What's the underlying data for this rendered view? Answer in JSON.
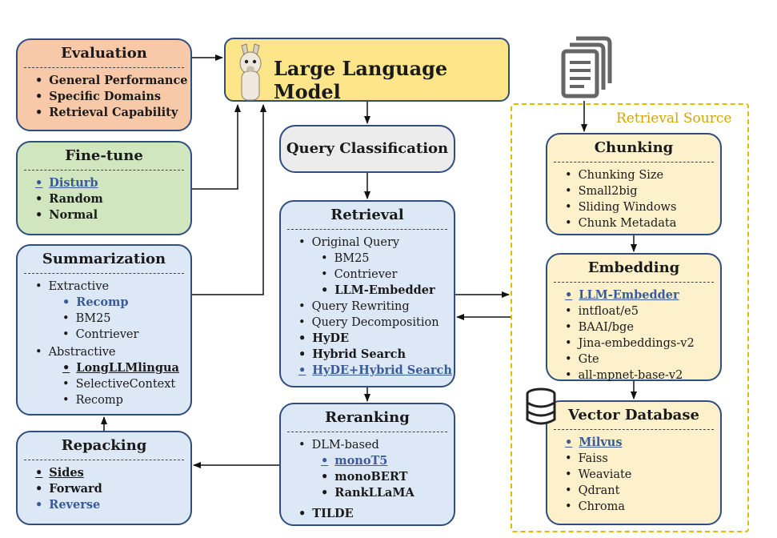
{
  "llm": {
    "title": "Large Language Model"
  },
  "evaluation": {
    "title": "Evaluation",
    "items": [
      "General Performance",
      "Specific Domains",
      "Retrieval Capability"
    ]
  },
  "finetune": {
    "title": "Fine-tune",
    "items": [
      "Disturb",
      "Random",
      "Normal"
    ]
  },
  "summarization": {
    "title": "Summarization",
    "extractive": "Extractive",
    "extractive_items": [
      "Recomp",
      "BM25",
      "Contriever"
    ],
    "abstractive": "Abstractive",
    "abstractive_items": [
      "LongLLMlingua",
      "SelectiveContext",
      "Recomp"
    ]
  },
  "repacking": {
    "title": "Repacking",
    "items": [
      "Sides",
      "Forward",
      "Reverse"
    ]
  },
  "query_classification": {
    "title": "Query Classification"
  },
  "retrieval": {
    "title": "Retrieval",
    "original_query": "Original Query",
    "original_items": [
      "BM25",
      "Contriever",
      "LLM-Embedder"
    ],
    "items": [
      "Query Rewriting",
      "Query Decomposition",
      "HyDE",
      "Hybrid Search",
      "HyDE+Hybrid Search"
    ]
  },
  "reranking": {
    "title": "Reranking",
    "dlm": "DLM-based",
    "dlm_items": [
      "monoT5",
      "monoBERT",
      "RankLLaMA"
    ],
    "tilde": "TILDE"
  },
  "retrieval_source": {
    "label": "Retrieval Source"
  },
  "chunking": {
    "title": "Chunking",
    "items": [
      "Chunking Size",
      "Small2big",
      "Sliding Windows",
      "Chunk Metadata"
    ]
  },
  "embedding": {
    "title": "Embedding",
    "items": [
      "LLM-Embedder",
      "intfloat/e5",
      "BAAI/bge",
      "Jina-embeddings-v2",
      "Gte",
      "all-mpnet-base-v2"
    ]
  },
  "vector_db": {
    "title": "Vector Database",
    "items": [
      "Milvus",
      "Faiss",
      "Weaviate",
      "Qdrant",
      "Chroma"
    ]
  },
  "colors": {
    "border": "#2f4d7e",
    "highlight": "#3b5a99",
    "source_frame": "#e6b800",
    "llm_fill": "#fde68a"
  }
}
